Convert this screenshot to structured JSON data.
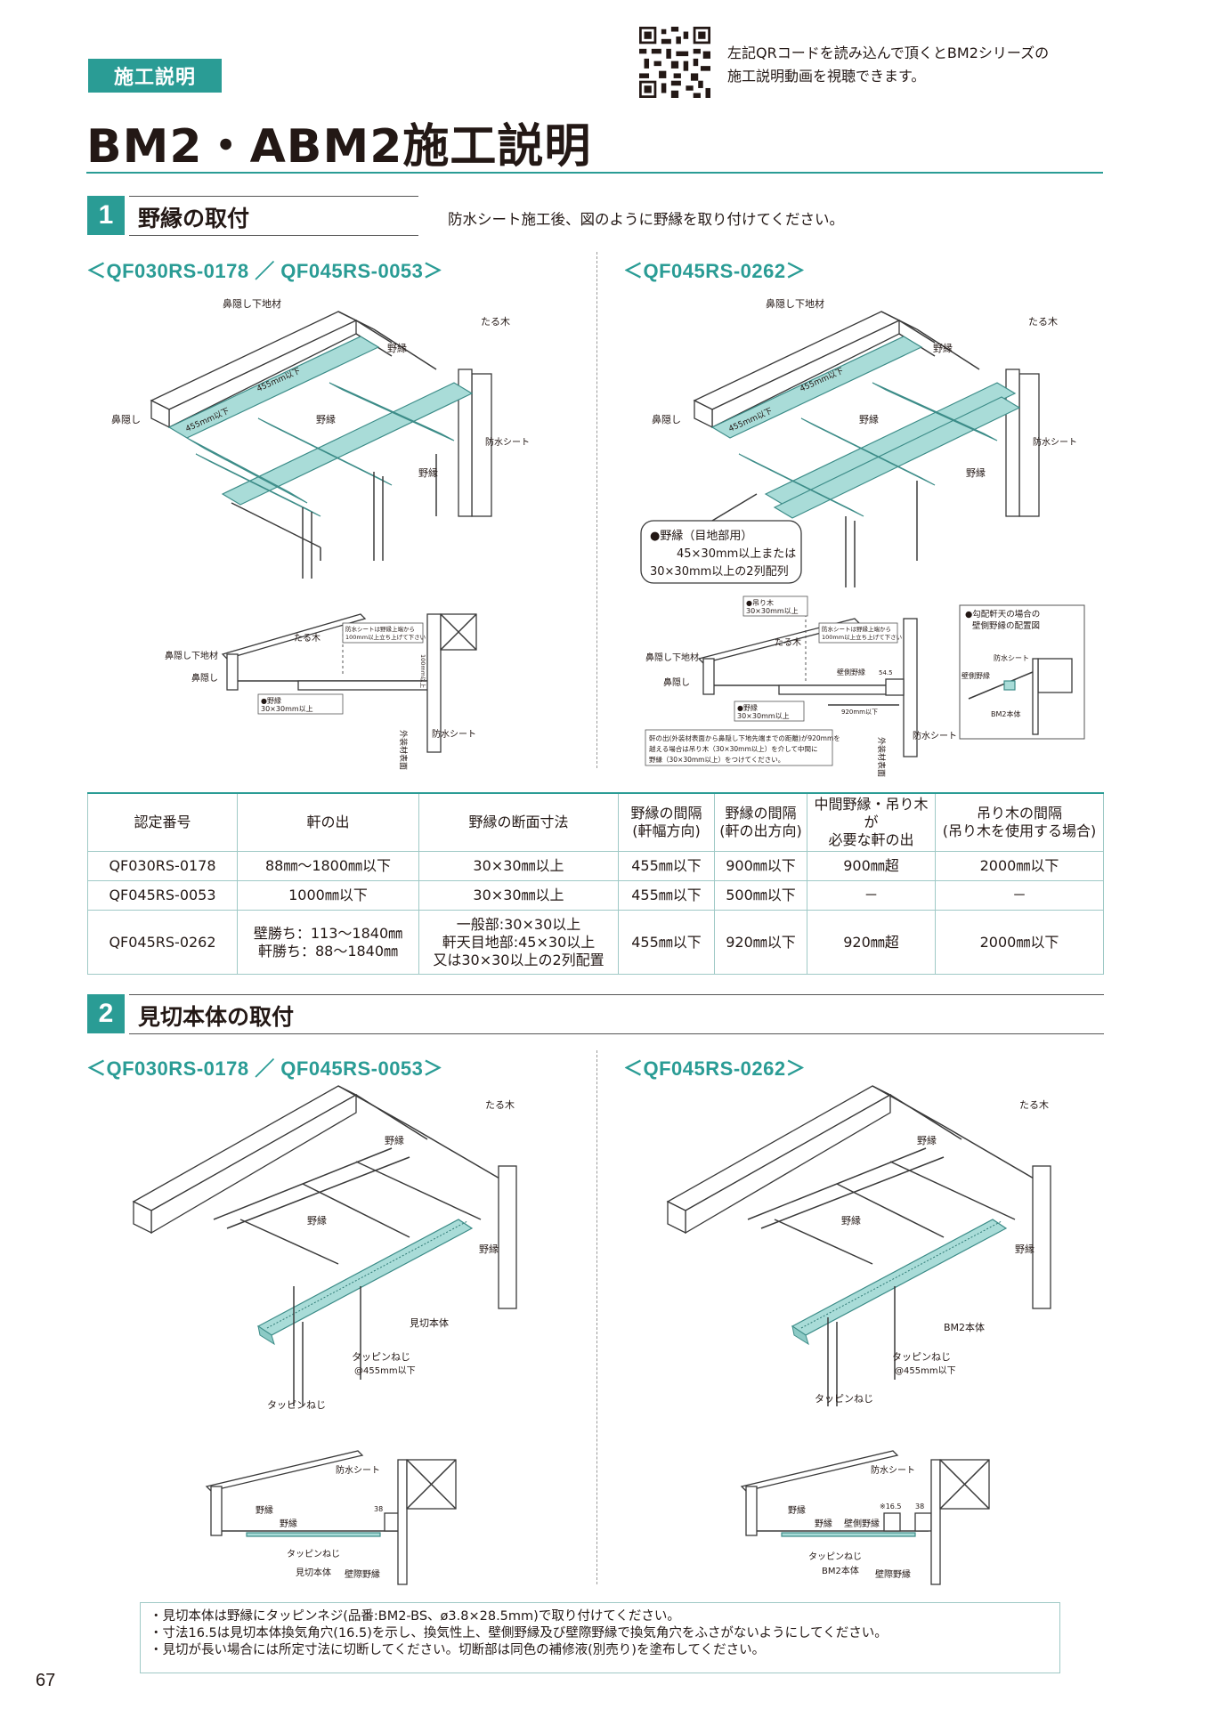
{
  "header": {
    "badge": "施工説明",
    "title": "BM2・ABM2施工説明",
    "qr_note_line1": "左記QRコードを読み込んで頂くとBM2シリーズの",
    "qr_note_line2": "施工説明動画を視聴できます。"
  },
  "section1": {
    "number": "1",
    "title": "野縁の取付",
    "instruction": "防水シート施工後、図のように野縁を取り付けてください。",
    "left_variant": "＜QF030RS-0178 ／ QF045RS-0053＞",
    "right_variant": "＜QF045RS-0262＞",
    "diagram_labels": {
      "bihana_shita": "鼻隠し下地材",
      "taruki": "たる木",
      "noen": "野縁",
      "pitch": "455mm以下",
      "bihana": "鼻隠し",
      "bousui": "防水シート",
      "callout_title": "●野縁（目地部用）",
      "callout_l2": "45×30mm以上または",
      "callout_l3": "30×30mm以上の2列配列",
      "sub_noen": "●野縁",
      "sub_noen_size": "30×30mm以上",
      "sub_note": "防水シートは野縁上端から",
      "sub_note2": "100mm以上立ち上げて下さい",
      "dim_100": "100mm以上",
      "gaiheki": "外装材表面",
      "tsuri_title": "●吊り木",
      "tsuri_size": "30×30mm以上",
      "heki_noen": "壁側野縁",
      "dim_545": "54.5",
      "dim_920": "920mm以下",
      "eave_note_1": "軒の出(外装材表面から鼻隠し下地先端までの距離)が920mmを",
      "eave_note_2": "越える場合は吊り木（30×30mm以上）を介して中間に",
      "eave_note_3": "野縁（30×30mm以上）をつけてください。",
      "inset_title": "●勾配軒天の場合の",
      "inset_title2": "壁側野縁の配置図",
      "inset_bm2": "BM2本体"
    }
  },
  "table": {
    "headers": [
      "認定番号",
      "軒の出",
      "野縁の断面寸法",
      "野縁の間隔\n(軒幅方向)",
      "野縁の間隔\n(軒の出方向)",
      "中間野縁・吊り木が\n必要な軒の出",
      "吊り木の間隔\n(吊り木を使用する場合)"
    ],
    "rows": [
      [
        "QF030RS-0178",
        "88㎜～1800㎜以下",
        "30×30㎜以上",
        "455㎜以下",
        "900㎜以下",
        "900㎜超",
        "2000㎜以下"
      ],
      [
        "QF045RS-0053",
        "1000㎜以下",
        "30×30㎜以上",
        "455㎜以下",
        "500㎜以下",
        "－",
        "－"
      ],
      [
        "QF045RS-0262",
        "壁勝ち：113～1840㎜\n軒勝ち：88～1840㎜",
        "一般部:30×30以上\n軒天目地部:45×30以上\n又は30×30以上の2列配置",
        "455㎜以下",
        "920㎜以下",
        "920㎜超",
        "2000㎜以下"
      ]
    ]
  },
  "section2": {
    "number": "2",
    "title": "見切本体の取付",
    "left_variant": "＜QF030RS-0178 ／ QF045RS-0053＞",
    "right_variant": "＜QF045RS-0262＞",
    "diagram_labels": {
      "taruki": "たる木",
      "noen": "野縁",
      "mikiri": "見切本体",
      "bm2": "BM2本体",
      "tappin": "タッピンねじ",
      "tappin_pitch": "@455mm以下",
      "bousui": "防水シート",
      "dim_38": "38",
      "dim_165": "※16.5",
      "heki_noen": "壁側野縁",
      "hekisai_noen": "壁際野縁"
    }
  },
  "notes": [
    "・見切本体は野縁にタッピンネジ(品番:BM2-BS、ø3.8×28.5mm)で取り付けてください。",
    "・寸法16.5は見切本体換気角穴(16.5)を示し、換気性上、壁側野縁及び壁際野縁で換気角穴をふさがないようにしてください。",
    "・見切が長い場合には所定寸法に切断してください。切断部は同色の補修液(別売り)を塗布してください。"
  ],
  "page_number": "67",
  "colors": {
    "accent": "#2a9c95",
    "teal_fill": "#a9dcd8",
    "table_border": "#9fc9c6"
  }
}
